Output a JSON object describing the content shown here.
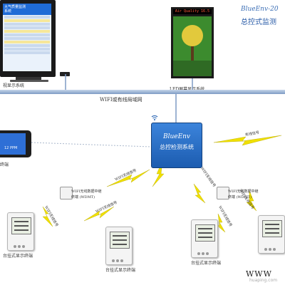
{
  "diagram": {
    "title_en": "BlueEnv-20",
    "title_cn": "总控式监测",
    "tv_header": "大气质量监测",
    "tv_header_sub": "系统",
    "tv_caption": "视显示系统",
    "led_text": "Air Quality 16.5",
    "led_caption": "LED屏幕显示系统",
    "network_label": "WIFI或有线局域网",
    "controller_en": "BlueEnv",
    "controller_cn": "总控检测系统",
    "phone_time": "12 PPM",
    "phone_caption": "终端",
    "node_left_label": "WIFI无线数据中继",
    "node_left_sub": "终端 (WDMT)",
    "node_right_label": "WIFI无线数据中继",
    "node_right_sub": "终端 (WDMT)",
    "wireless_labels": [
      "WIFI无线信号",
      "WIFI无线信号",
      "WIFI无线信号",
      "WIFI无线信号",
      "WIFI无线信号",
      "WIFI无线信号"
    ],
    "wired_label": "有线信号",
    "terminal_caption_1": "台挂式显示终端",
    "terminal_caption_2": "台挂式显示终端",
    "terminal_caption_3": "台挂式显示终端",
    "footer_logo": "WWW",
    "watermark": "huaping.com"
  },
  "colors": {
    "accent": "#2a5ca8",
    "controller": "#2c6fc4",
    "lightning": "#f0e000",
    "network": "#8fa9cc"
  },
  "icons": [
    "wifi-icon",
    "lightning-bolt-icon",
    "router-icon",
    "monitor-icon"
  ]
}
